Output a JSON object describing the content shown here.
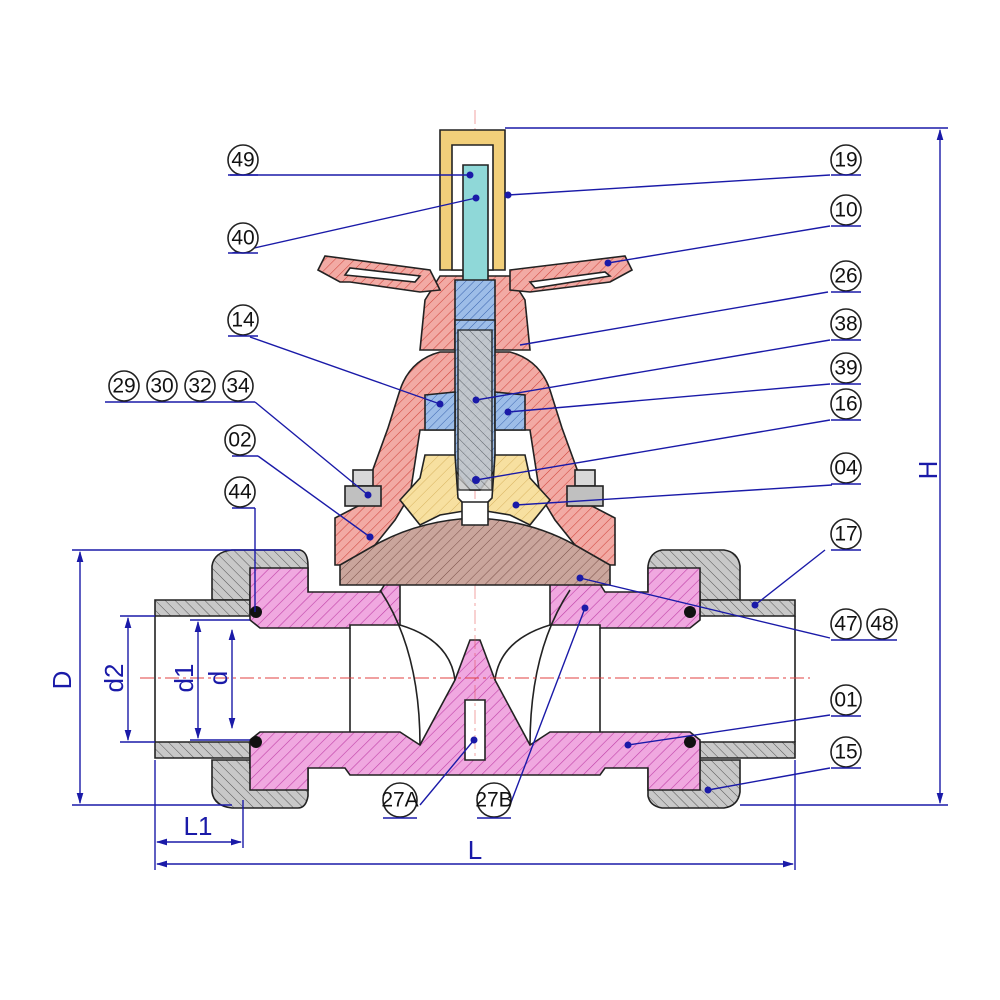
{
  "callouts": {
    "c49": "49",
    "c40": "40",
    "c14": "14",
    "c29": "29",
    "c30": "30",
    "c32": "32",
    "c34": "34",
    "c02": "02",
    "c44": "44",
    "c19": "19",
    "c10": "10",
    "c26": "26",
    "c38": "38",
    "c39": "39",
    "c16": "16",
    "c04": "04",
    "c17": "17",
    "c47": "47",
    "c48": "48",
    "c01": "01",
    "c15": "15",
    "c27a": "27A",
    "c27b": "27B"
  },
  "dimensions": {
    "D": "D",
    "d2": "d2",
    "d1": "d1",
    "d": "d",
    "L1": "L1",
    "L": "L",
    "H": "H"
  },
  "colors": {
    "body": "#e88fd3",
    "bonnet": "#e8908a",
    "stem": "#7fa8e0",
    "brass": "#f2d98a",
    "stem_tip": "#7fd6d8",
    "union": "#b9b9b9",
    "diaphragm": "#b88f86",
    "leader": "#1a1aa8"
  }
}
